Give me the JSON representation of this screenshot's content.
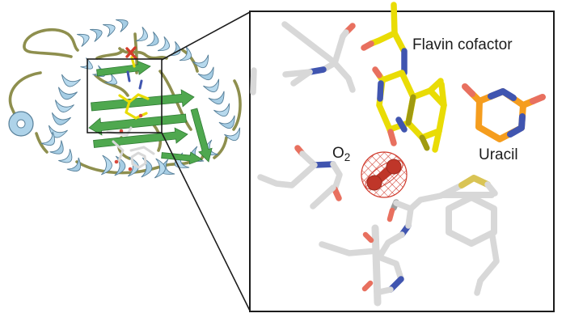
{
  "labels": {
    "flavin": "Flavin cofactor",
    "o2_base": "O",
    "o2_sub": "2",
    "uracil": "Uracil"
  },
  "colors": {
    "flavin_yellow": "#e9dc05",
    "flavin_shade": "#a09a10",
    "uracil_orange": "#f59d1e",
    "nitrogen_blue": "#4055b0",
    "oxygen_salmon": "#e8705f",
    "oxygen_red": "#d43c2a",
    "o2_sphere_red": "#bf3629",
    "density_mesh_red": "#d03a2c",
    "carbon_white": "#d8d8d8",
    "sulfur_yellow": "#d9c455",
    "helix_blue": "#aed3e9",
    "sheet_green": "#4fa84f",
    "loop_olive": "#8e8f4e",
    "outline_black": "#1c1c1c"
  }
}
